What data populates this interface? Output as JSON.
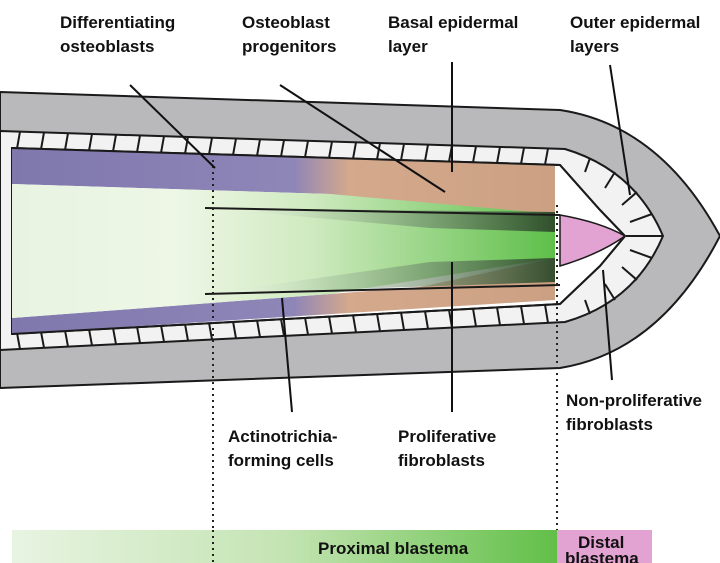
{
  "labels": {
    "differentiating_osteoblasts": [
      "Differentiating",
      "osteoblasts"
    ],
    "osteoblast_progenitors": [
      "Osteoblast",
      "progenitors"
    ],
    "basal_epidermal_layer": [
      "Basal epidermal",
      "layer"
    ],
    "outer_epidermal_layers": [
      "Outer epidermal",
      "layers"
    ],
    "non_proliferative_fibroblasts": [
      "Non-proliferative",
      "fibroblasts"
    ],
    "actinotrichia_forming_cells": [
      "Actinotrichia-",
      "forming cells"
    ],
    "proliferative_fibroblasts": [
      "Proliferative",
      "fibroblasts"
    ]
  },
  "regions": {
    "proximal_blastema": "Proximal blastema",
    "distal_blastema": [
      "Distal",
      "blastema"
    ]
  },
  "colors": {
    "outer_epidermis": "#b9b9bb",
    "outline": "#1a1a1a",
    "basal_cells": "#f2f2f2",
    "osteoblast_differentiating": "#8a83b6",
    "osteoblast_progenitor": "#d4a98c",
    "proliferative_fibroblast": "#6ec25a",
    "mesenchyme_pale": "#e6f2df",
    "distal_fibroblast": "#e3a3d2",
    "actinotrichia_dark": "#2f4a2c"
  }
}
